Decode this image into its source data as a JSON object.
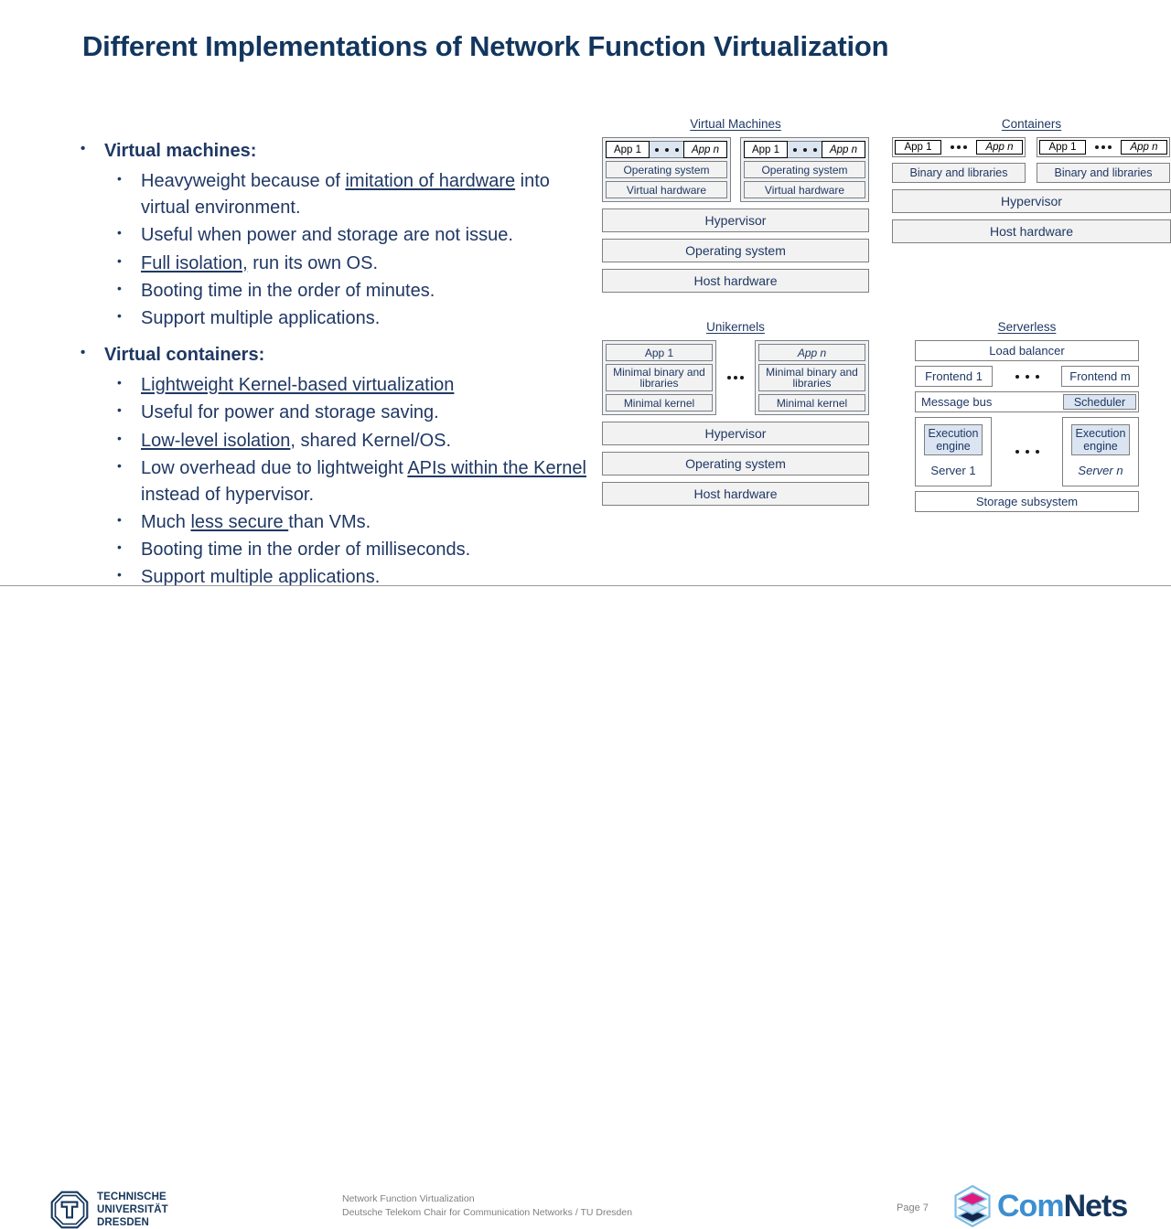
{
  "slide": {
    "title": "Different Implementations of Network Function Virtualization",
    "accent_color": "#12365e",
    "body_color": "#1f3864"
  },
  "bullets": [
    {
      "heading": "Virtual machines:",
      "items": [
        [
          {
            "t": "Heavyweight because of ",
            "u": false
          },
          {
            "t": "imitation of hardware",
            "u": true
          },
          {
            "t": " into virtual environment.",
            "u": false
          }
        ],
        [
          {
            "t": "Useful when power and storage are not issue.",
            "u": false
          }
        ],
        [
          {
            "t": "Full isolation,",
            "u": true
          },
          {
            "t": " run its own OS.",
            "u": false
          }
        ],
        [
          {
            "t": "Booting time in the order of minutes.",
            "u": false
          }
        ],
        [
          {
            "t": "Support multiple applications.",
            "u": false
          }
        ]
      ]
    },
    {
      "heading": "Virtual containers:",
      "items": [
        [
          {
            "t": "Lightweight Kernel-based virtualization",
            "u": true
          }
        ],
        [
          {
            "t": "Useful for power and storage saving.",
            "u": false
          }
        ],
        [
          {
            "t": "Low-level isolation",
            "u": true
          },
          {
            "t": ", shared Kernel/OS.",
            "u": false
          }
        ],
        [
          {
            "t": "Low overhead due to lightweight ",
            "u": false
          },
          {
            "t": "APIs within the Kernel",
            "u": true
          },
          {
            "t": " instead of hypervisor.",
            "u": false
          }
        ],
        [
          {
            "t": "Much ",
            "u": false
          },
          {
            "t": "less secure ",
            "u": true
          },
          {
            "t": "than VMs.",
            "u": false
          }
        ],
        [
          {
            "t": "Booting time in the order of milliseconds.",
            "u": false
          }
        ],
        [
          {
            "t": "Support multiple applications.",
            "u": false
          }
        ]
      ]
    }
  ],
  "diagrams": {
    "virtual_machines": {
      "title": "Virtual Machines",
      "groups": [
        {
          "app_first": "App 1",
          "app_last": "App n",
          "rows": [
            "Operating system",
            "Virtual hardware"
          ]
        },
        {
          "app_first": "App 1",
          "app_last": "App n",
          "rows": [
            "Operating system",
            "Virtual hardware"
          ]
        }
      ],
      "base_layers": [
        "Hypervisor",
        "Operating system",
        "Host hardware"
      ]
    },
    "containers": {
      "title": "Containers",
      "groups": [
        {
          "app_first": "App 1",
          "app_last": "App n",
          "libs": "Binary and libraries"
        },
        {
          "app_first": "App 1",
          "app_last": "App n",
          "libs": "Binary and libraries"
        }
      ],
      "base_layers": [
        "Hypervisor",
        "Host hardware"
      ]
    },
    "unikernels": {
      "title": "Unikernels",
      "groups": [
        {
          "app": "App 1",
          "rows": [
            "Minimal binary and libraries",
            "Minimal kernel"
          ]
        },
        {
          "app": "App n",
          "rows": [
            "Minimal binary and libraries",
            "Minimal kernel"
          ]
        }
      ],
      "base_layers": [
        "Hypervisor",
        "Operating system",
        "Host hardware"
      ]
    },
    "serverless": {
      "title": "Serverless",
      "load_balancer": "Load balancer",
      "frontend_first": "Frontend 1",
      "frontend_last": "Frontend m",
      "message_bus": "Message bus",
      "scheduler": "Scheduler",
      "servers": [
        {
          "engine": "Execution engine",
          "name": "Server 1"
        },
        {
          "engine": "Execution engine",
          "name": "Server n"
        }
      ],
      "storage": "Storage subsystem"
    }
  },
  "footer": {
    "university": {
      "line1": "TECHNISCHE",
      "line2": "UNIVERSITÄT",
      "line3": "DRESDEN"
    },
    "course_line1": "Network Function Virtualization",
    "course_line2": "Deutsche Telekom Chair for Communication Networks / TU Dresden",
    "page_label": "Page 7",
    "brand_part1": "Com",
    "brand_part2": "Nets",
    "brand_colors": {
      "com": "#3d8fd1",
      "nets": "#16365c",
      "logo_top": "#e2197f",
      "logo_mid": "#7fbde4",
      "logo_bottom": "#14244a"
    }
  }
}
